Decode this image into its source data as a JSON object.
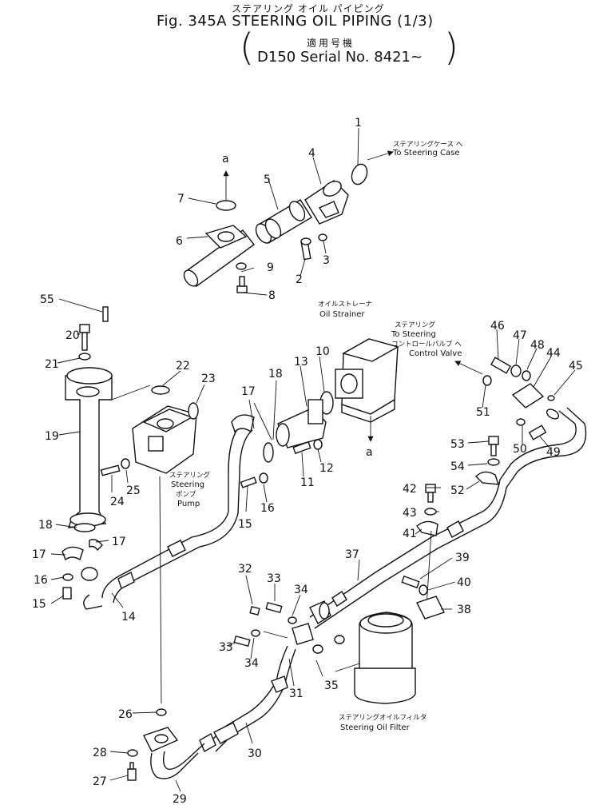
{
  "header": {
    "jp_title": "ステアリング オイル パイピング",
    "fig_title": "Fig. 345A  STEERING OIL PIPING (1/3)",
    "jp_applicable": "適用号機",
    "serial": "D150 Serial No. 8421~"
  },
  "annotations": {
    "to_steering_case_jp": "ステアリングケース へ",
    "to_steering_case": "To Steering Case",
    "oil_strainer_jp": "オイルストレーナ",
    "oil_strainer": "Oil Strainer",
    "to_steering_jp": "ステアリング",
    "to_steering": "To Steering",
    "control_valve_jp": "コントロールバルブ へ",
    "control_valve": "Control Valve",
    "steering_pump_jp1": "ステアリング",
    "steering_pump_1": "Steering",
    "steering_pump_jp2": "ポンプ",
    "steering_pump_2": "Pump",
    "steering_oil_filter_jp": "ステアリングオイルフィルタ",
    "steering_oil_filter": "Steering Oil Filter",
    "arrow_a_top": "a",
    "arrow_a_bottom": "a"
  },
  "part_numbers": [
    "1",
    "2",
    "3",
    "4",
    "5",
    "6",
    "7",
    "8",
    "9",
    "10",
    "11",
    "12",
    "13",
    "14",
    "15",
    "15",
    "16",
    "16",
    "17",
    "17",
    "17",
    "18",
    "18",
    "19",
    "20",
    "21",
    "22",
    "23",
    "24",
    "25",
    "26",
    "27",
    "28",
    "29",
    "30",
    "31",
    "32",
    "33",
    "33",
    "34",
    "34",
    "35",
    "37",
    "38",
    "39",
    "40",
    "41",
    "42",
    "43",
    "44",
    "45",
    "46",
    "47",
    "48",
    "49",
    "50",
    "51",
    "52",
    "53",
    "54",
    "55"
  ]
}
